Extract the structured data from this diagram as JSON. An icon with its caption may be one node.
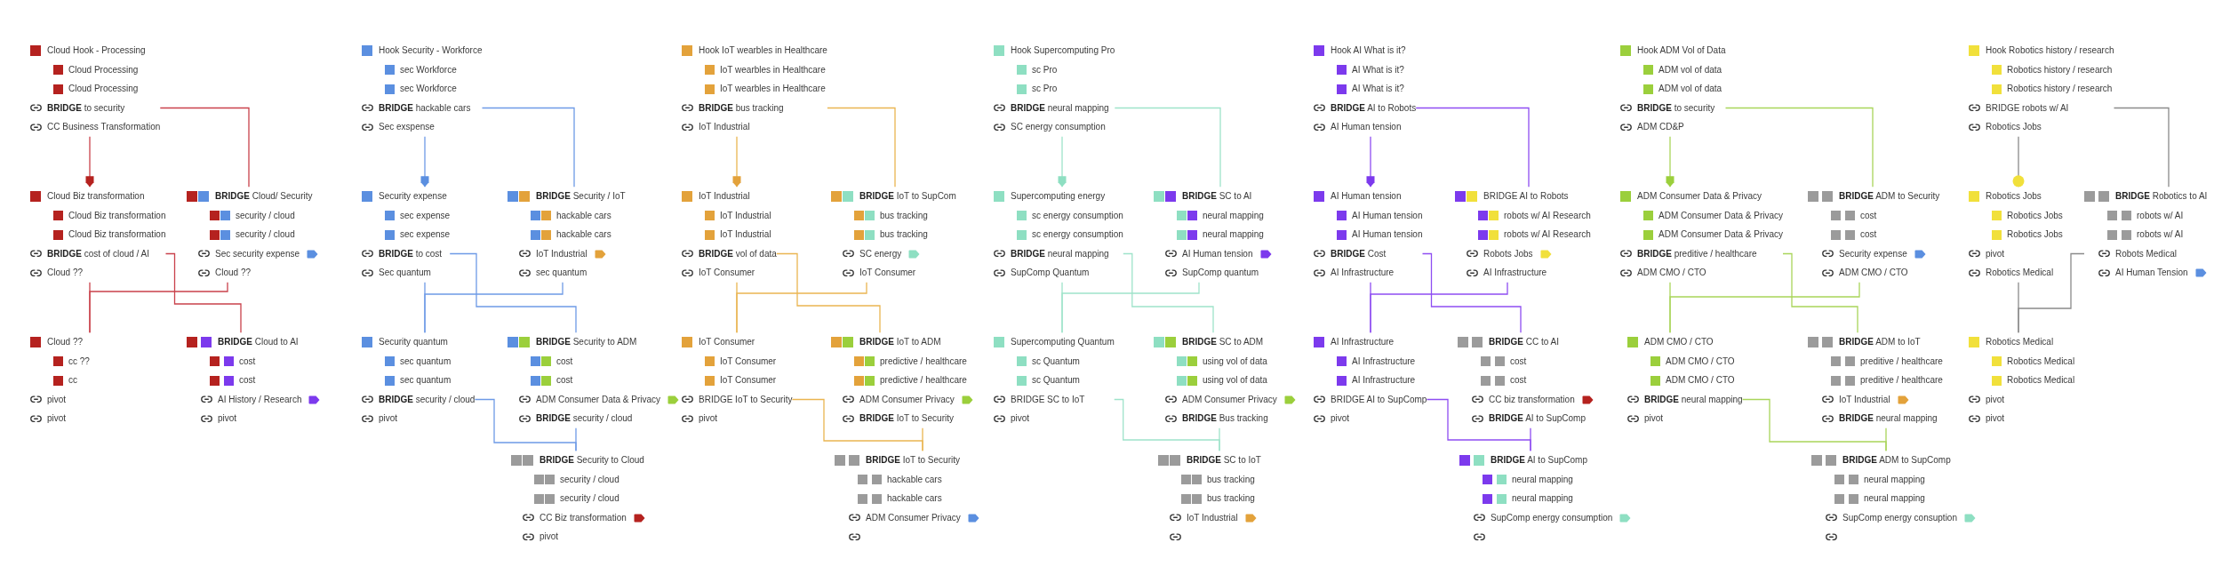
{
  "diagram": {
    "nodes": [
      {
        "text": [
          "Cloud Hook - Processing",
          "Cloud Processing",
          "Cloud Processing",
          "**BRIDGE** to security",
          "CC Business Transformation"
        ]
      },
      {
        "text": [
          "Cloud Biz transformation",
          "Cloud Biz transformation",
          "Cloud Biz transformation",
          "**BRIDGE** cost of cloud / AI",
          "Cloud ??"
        ]
      },
      {
        "text": [
          "**BRIDGE** Cloud/ Security",
          "security / cloud",
          "security / cloud",
          "Sec security expense",
          "Cloud ??"
        ]
      },
      {
        "text": [
          "Cloud ??",
          "cc ??",
          "cc",
          "pivot",
          "pivot"
        ]
      },
      {
        "text": [
          "**BRIDGE** Cloud to AI",
          "cost",
          "cost",
          "AI History / Research",
          "pivot"
        ]
      },
      {
        "text": [
          "Hook Security - Workforce",
          "sec Workforce",
          "sec Workforce",
          "**BRIDGE** hackable cars",
          "Sec exspense"
        ]
      },
      {
        "text": [
          "Security expense",
          "sec expense",
          "sec expense",
          "**BRIDGE** to cost",
          "Sec quantum"
        ]
      },
      {
        "text": [
          "**BRIDGE** Security / IoT",
          "hackable cars",
          "hackable cars",
          "IoT Industrial",
          "sec quantum"
        ]
      },
      {
        "text": [
          "Security quantum",
          "sec quantum",
          "sec quantum",
          "**BRIDGE** security / cloud",
          "pivot"
        ]
      },
      {
        "text": [
          "**BRIDGE** Security to ADM",
          "cost",
          "cost",
          "ADM Consumer Data & Privacy",
          "**BRIDGE** security / cloud"
        ]
      },
      {
        "text": [
          "**BRIDGE** Security to Cloud",
          "security / cloud",
          "security / cloud",
          "CC Biz transformation",
          "pivot"
        ]
      },
      {
        "text": [
          "Hook IoT wearbles in Healthcare",
          "IoT wearbles in Healthcare",
          "IoT wearbles in Healthcare",
          "**BRIDGE** bus tracking",
          "IoT Industrial"
        ]
      },
      {
        "text": [
          "IoT Industrial",
          "IoT Industrial",
          "IoT Industrial",
          "**BRIDGE** vol of data",
          "IoT Consumer"
        ]
      },
      {
        "text": [
          "**BRIDGE** IoT to SupCom",
          "bus tracking",
          "bus tracking",
          "SC energy",
          "IoT Consumer"
        ]
      },
      {
        "text": [
          "IoT Consumer",
          "IoT Consumer",
          "IoT Consumer",
          "BRIDGE IoT to Security",
          "pivot"
        ]
      },
      {
        "text": [
          "**BRIDGE** IoT to ADM",
          "predictive / healthcare",
          "predictive / healthcare",
          "ADM Consumer Privacy",
          "**BRIDGE** IoT to Security"
        ]
      },
      {
        "text": [
          "**BRIDGE** IoT to Security",
          "hackable cars",
          "hackable cars",
          "ADM Consumer Privacy"
        ]
      },
      {
        "text": [
          "Hook Supercomputing Pro",
          "sc Pro",
          "sc Pro",
          "**BRIDGE** neural mapping",
          "SC energy consumption"
        ]
      },
      {
        "text": [
          "Supercomputing energy",
          "sc energy consumption",
          "sc energy consumption",
          "**BRIDGE** neural mapping",
          "SupComp Quantum"
        ]
      },
      {
        "text": [
          "**BRIDGE** SC to AI",
          "neural mapping",
          "neural mapping",
          "AI Human tension",
          "SupComp quantum"
        ]
      },
      {
        "text": [
          "Supercomputing Quantum",
          "sc Quantum",
          "sc Quantum",
          "BRIDGE SC to IoT",
          "pivot"
        ]
      },
      {
        "text": [
          "**BRIDGE** SC to ADM",
          "using vol of data",
          "using vol of data",
          "ADM Consumer Privacy",
          "**BRIDGE** Bus tracking"
        ]
      },
      {
        "text": [
          "**BRIDGE** SC to IoT",
          "bus tracking",
          "bus tracking",
          "IoT Industrial"
        ]
      },
      {
        "text": [
          "Hook AI What is it?",
          "AI What is it?",
          "AI What is it?",
          "**BRIDGE** AI to Robots",
          "AI Human tension"
        ]
      },
      {
        "text": [
          "AI Human tension",
          "AI Human tension",
          "AI Human tension",
          "**BRIDGE** Cost",
          "AI Infrastructure"
        ]
      },
      {
        "text": [
          "BRIDGE AI to Robots",
          "robots w/ AI Research",
          "robots w/ AI Research",
          "Robots Jobs",
          "AI Infrastructure"
        ]
      },
      {
        "text": [
          "AI Infrastructure",
          "AI Infrastructure",
          "AI Infrastructure",
          "BRIDGE AI to SupComp",
          "pivot"
        ]
      },
      {
        "text": [
          "**BRIDGE** CC to AI",
          "cost",
          "cost",
          "CC biz transformation",
          "**BRIDGE** AI to SupComp"
        ]
      },
      {
        "text": [
          "**BRIDGE** AI to SupComp",
          "neural mapping",
          "neural mapping",
          "SupComp energy consumption"
        ]
      },
      {
        "text": [
          "Hook ADM Vol of Data",
          "ADM vol of data",
          "ADM vol of data",
          "**BRIDGE** to security",
          "ADM CD&P"
        ]
      },
      {
        "text": [
          "ADM Consumer Data & Privacy",
          "ADM Consumer Data & Privacy",
          "ADM Consumer Data & Privacy",
          "**BRIDGE** preditive / healthcare",
          "ADM CMO / CTO"
        ]
      },
      {
        "text": [
          "**BRIDGE** ADM to Security",
          "cost",
          "cost",
          "Security expense",
          "ADM CMO / CTO"
        ]
      },
      {
        "text": [
          "ADM CMO / CTO",
          "ADM CMO / CTO",
          "ADM CMO / CTO",
          "**BRIDGE** neural mapping",
          "pivot"
        ]
      },
      {
        "text": [
          "**BRIDGE** ADM to IoT",
          "preditive / healthcare",
          "preditive / healthcare",
          "IoT Industrial",
          "**BRIDGE** neural mapping"
        ]
      },
      {
        "text": [
          "**BRIDGE** ADM to SupComp",
          "neural mapping",
          "neural mapping",
          "SupComp energy consuption"
        ]
      },
      {
        "text": [
          "Hook Robotics history / research",
          "Robotics history / research",
          "Robotics history / research",
          "BRIDGE robots w/ AI",
          "Robotics Jobs"
        ]
      },
      {
        "text": [
          "Robotics Jobs",
          "Robotics Jobs",
          "Robotics Jobs",
          "pivot",
          "Robotics Medical"
        ]
      },
      {
        "text": [
          "**BRIDGE** Robotics to AI",
          "robots w/ AI",
          "robots w/ AI",
          "Robots Medical",
          "AI Human Tension"
        ]
      },
      {
        "text": [
          "Robotics Medical",
          "Robotics Medical",
          "Robotics Medical",
          "pivot",
          "pivot"
        ]
      }
    ],
    "edges": [
      {
        "from": 0,
        "to": 1,
        "arrow": "to",
        "color": "#c9414b"
      },
      {
        "from": 0,
        "to": 2,
        "arrow": "none",
        "color": "#c9414b"
      },
      {
        "from": 1,
        "to": 3,
        "arrow": "none",
        "color": "#c9414b"
      },
      {
        "from": 2,
        "to": 3,
        "arrow": "none",
        "color": "#c9414b"
      },
      {
        "from": 1,
        "to": 4,
        "arrow": "none",
        "color": "#c9414b"
      },
      {
        "from": 5,
        "to": 6,
        "arrow": "to",
        "color": "#6e9ae6"
      },
      {
        "from": 5,
        "to": 7,
        "arrow": "none",
        "color": "#6e9ae6"
      },
      {
        "from": 6,
        "to": 8,
        "arrow": "none",
        "color": "#6e9ae6"
      },
      {
        "from": 7,
        "to": 8,
        "arrow": "none",
        "color": "#6e9ae6"
      },
      {
        "from": 6,
        "to": 9,
        "arrow": "none",
        "color": "#6e9ae6"
      },
      {
        "from": 8,
        "to": 10,
        "arrow": "none",
        "color": "#6e9ae6"
      },
      {
        "from": 9,
        "to": 10,
        "arrow": "none",
        "color": "#6e9ae6"
      },
      {
        "from": 11,
        "to": 12,
        "arrow": "to",
        "color": "#eab551"
      },
      {
        "from": 11,
        "to": 13,
        "arrow": "none",
        "color": "#eab551"
      },
      {
        "from": 12,
        "to": 14,
        "arrow": "none",
        "color": "#eab551"
      },
      {
        "from": 13,
        "to": 14,
        "arrow": "none",
        "color": "#eab551"
      },
      {
        "from": 12,
        "to": 15,
        "arrow": "none",
        "color": "#eab551"
      },
      {
        "from": 14,
        "to": 16,
        "arrow": "none",
        "color": "#eab551"
      },
      {
        "from": 15,
        "to": 16,
        "arrow": "none",
        "color": "#eab551"
      },
      {
        "from": 17,
        "to": 18,
        "arrow": "to",
        "color": "#9ee3ca"
      },
      {
        "from": 17,
        "to": 19,
        "arrow": "none",
        "color": "#9ee3ca"
      },
      {
        "from": 18,
        "to": 20,
        "arrow": "none",
        "color": "#9ee3ca"
      },
      {
        "from": 19,
        "to": 20,
        "arrow": "none",
        "color": "#9ee3ca"
      },
      {
        "from": 18,
        "to": 21,
        "arrow": "none",
        "color": "#9ee3ca"
      },
      {
        "from": 20,
        "to": 22,
        "arrow": "none",
        "color": "#9ee3ca"
      },
      {
        "from": 21,
        "to": 22,
        "arrow": "none",
        "color": "#9ee3ca"
      },
      {
        "from": 23,
        "to": 24,
        "arrow": "to",
        "color": "#8e4df2"
      },
      {
        "from": 23,
        "to": 25,
        "arrow": "none",
        "color": "#8e4df2"
      },
      {
        "from": 24,
        "to": 26,
        "arrow": "none",
        "color": "#8e4df2"
      },
      {
        "from": 25,
        "to": 26,
        "arrow": "none",
        "color": "#8e4df2"
      },
      {
        "from": 24,
        "to": 27,
        "arrow": "none",
        "color": "#8e4df2"
      },
      {
        "from": 26,
        "to": 28,
        "arrow": "none",
        "color": "#8e4df2"
      },
      {
        "from": 27,
        "to": 28,
        "arrow": "none",
        "color": "#8e4df2"
      },
      {
        "from": 29,
        "to": 30,
        "arrow": "to",
        "color": "#a9d55a"
      },
      {
        "from": 29,
        "to": 31,
        "arrow": "none",
        "color": "#a9d55a"
      },
      {
        "from": 30,
        "to": 32,
        "arrow": "none",
        "color": "#a9d55a"
      },
      {
        "from": 31,
        "to": 32,
        "arrow": "none",
        "color": "#a9d55a"
      },
      {
        "from": 30,
        "to": 33,
        "arrow": "none",
        "color": "#a9d55a"
      },
      {
        "from": 32,
        "to": 34,
        "arrow": "none",
        "color": "#a9d55a"
      },
      {
        "from": 33,
        "to": 34,
        "arrow": "none",
        "color": "#a9d55a"
      },
      {
        "from": 35,
        "to": 36,
        "arrow": "other",
        "color": "#8a8a8a"
      },
      {
        "from": 35,
        "to": 37,
        "arrow": "none",
        "color": "#8a8a8a"
      },
      {
        "from": 36,
        "to": 38,
        "arrow": "none",
        "color": "#8a8a8a"
      },
      {
        "from": 37,
        "to": 38,
        "arrow": "none",
        "color": "#8a8a8a"
      }
    ]
  }
}
